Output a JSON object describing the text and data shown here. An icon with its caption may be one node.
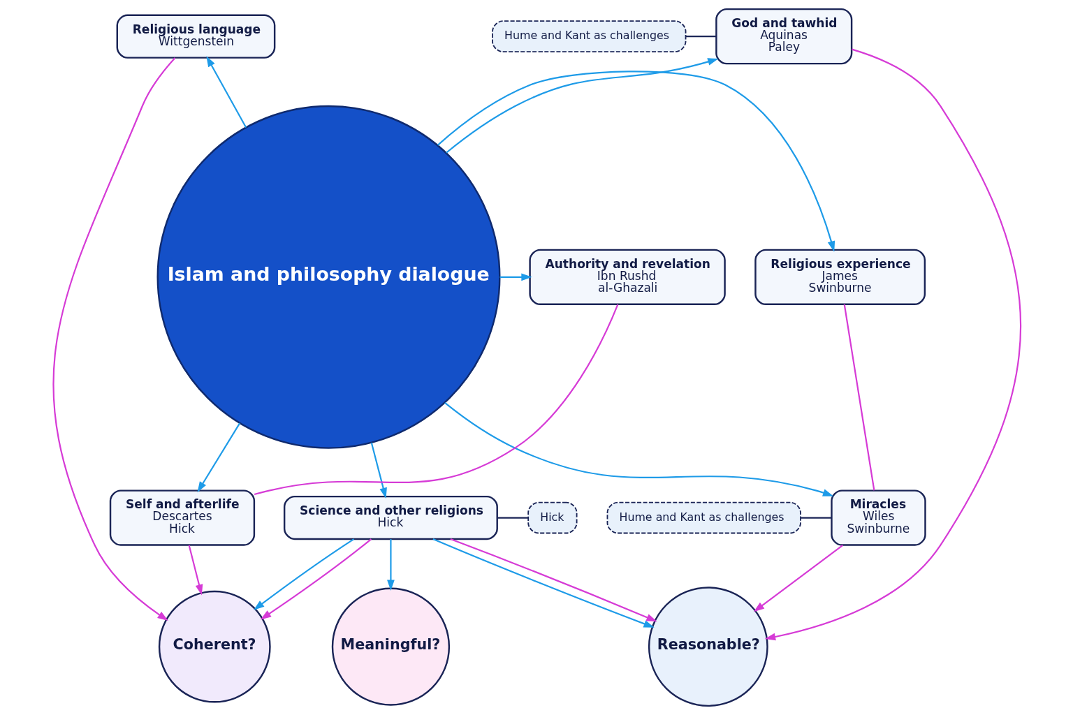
{
  "diagram": {
    "nodes": [
      {
        "text": [
          "Islam and philosophy dialogue"
        ]
      },
      {
        "text": [
          "God and tawhid",
          "Aquinas",
          "Paley"
        ]
      },
      {
        "text": [
          "Religious language",
          "Wittgenstein"
        ]
      },
      {
        "text": [
          "Religious experience",
          "James",
          "Swinburne"
        ]
      },
      {
        "text": [
          "Authority and revelation",
          "Ibn Rushd",
          "al-Ghazali"
        ]
      },
      {
        "text": [
          "Miracles",
          "Wiles",
          "Swinburne"
        ]
      },
      {
        "text": [
          "Self and afterlife",
          "Descartes",
          "Hick"
        ]
      },
      {
        "text": [
          "Science and other religions",
          "Hick"
        ]
      },
      {
        "text": [
          "Hume and Kant as challenges"
        ]
      },
      {
        "text": [
          "Hume and Kant as challenges"
        ]
      },
      {
        "text": [
          "Hick"
        ]
      },
      {
        "text": [
          "Reasonable?"
        ]
      },
      {
        "text": [
          "Meaningful?"
        ]
      },
      {
        "text": [
          "Coherent?"
        ]
      }
    ],
    "edges": [
      {
        "from": 0,
        "to": 1,
        "arrow": "to"
      },
      {
        "from": 0,
        "to": 2,
        "arrow": "to"
      },
      {
        "from": 0,
        "to": 3,
        "arrow": "to"
      },
      {
        "from": 0,
        "to": 4,
        "arrow": "to"
      },
      {
        "from": 0,
        "to": 5,
        "arrow": "to"
      },
      {
        "from": 0,
        "to": 6,
        "arrow": "to"
      },
      {
        "from": 0,
        "to": 7,
        "arrow": "to"
      },
      {
        "from": 8,
        "to": 1,
        "arrow": "none",
        "color": "#1a2456"
      },
      {
        "from": 9,
        "to": 5,
        "arrow": "none",
        "color": "#1a2456"
      },
      {
        "from": 7,
        "to": 10,
        "arrow": "none",
        "color": "#1a2456"
      },
      {
        "from": 3,
        "to": 5,
        "arrow": "none",
        "color": "#d63bd6"
      },
      {
        "from": 4,
        "to": 6,
        "arrow": "none",
        "color": "#d63bd6"
      },
      {
        "from": 1,
        "to": 11,
        "arrow": "to",
        "color": "#d63bd6"
      },
      {
        "from": 5,
        "to": 11,
        "arrow": "to",
        "color": "#d63bd6"
      },
      {
        "from": 2,
        "to": 13,
        "arrow": "to",
        "color": "#d63bd6"
      },
      {
        "from": 6,
        "to": 13,
        "arrow": "to",
        "color": "#d63bd6"
      },
      {
        "from": 7,
        "to": 11,
        "arrow": "to"
      },
      {
        "from": 7,
        "to": 12,
        "arrow": "to"
      },
      {
        "from": 7,
        "to": 13,
        "arrow": "to"
      },
      {
        "from": 7,
        "to": 11,
        "arrow": "to",
        "color": "#d63bd6"
      },
      {
        "from": 7,
        "to": 13,
        "arrow": "to",
        "color": "#d63bd6"
      }
    ]
  }
}
